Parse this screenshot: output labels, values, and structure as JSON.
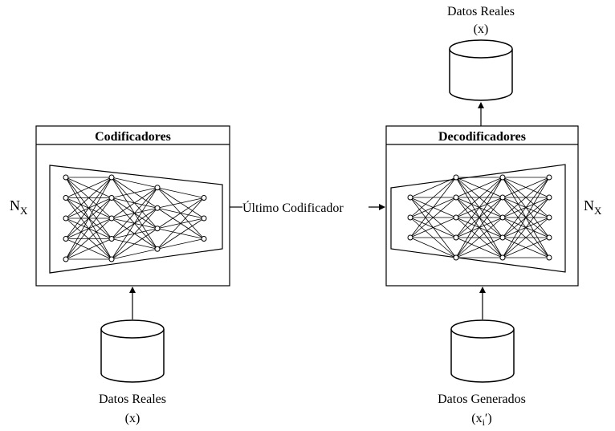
{
  "encoder": {
    "title": "Codificadores",
    "repeat_label": "N",
    "repeat_sub": "X",
    "network": {
      "layers": [
        5,
        5,
        4,
        3
      ]
    }
  },
  "decoder": {
    "title": "Decodificadores",
    "repeat_label": "N",
    "repeat_sub": "X",
    "network": {
      "layers": [
        3,
        5,
        5,
        5
      ]
    }
  },
  "link_label": "Último Codificador",
  "real_data_top": {
    "line1": "Datos Reales",
    "line2": "(x)"
  },
  "real_data_bottom": {
    "line1": "Datos Reales",
    "line2": "(x)"
  },
  "generated_data": {
    "line1": "Datos Generados",
    "paren_open": "(x",
    "sub": "i",
    "prime_close": "′)"
  }
}
